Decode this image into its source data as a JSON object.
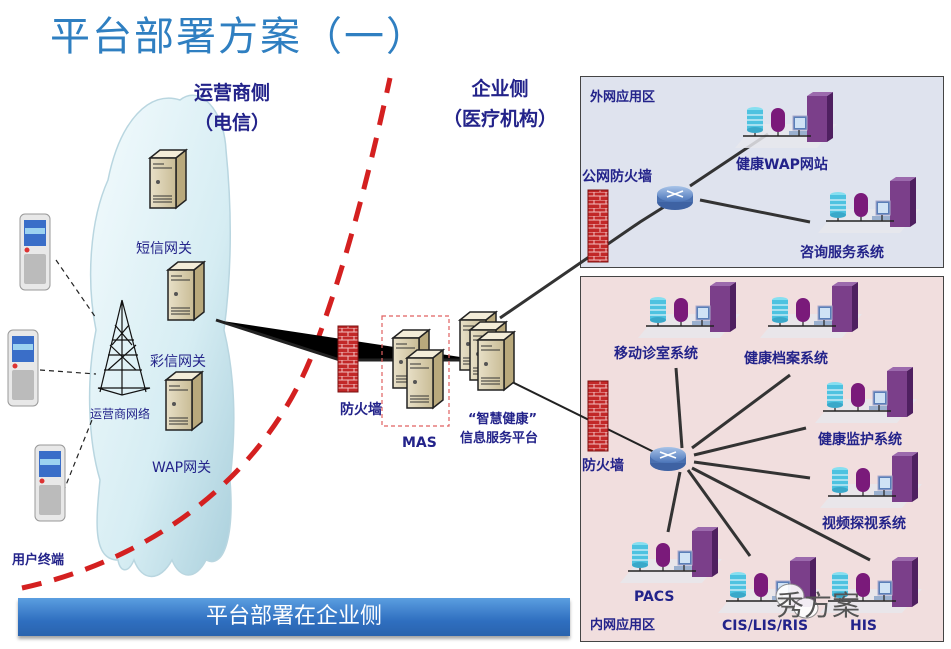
{
  "title": "平台部署方案（一）",
  "sections": {
    "operator_side": {
      "line1": "运营商侧",
      "line2": "（电信）"
    },
    "enterprise_side": {
      "line1": "企业侧",
      "line2": "（医疗机构）"
    }
  },
  "operator": {
    "sms_gateway": "短信网关",
    "mms_gateway": "彩信网关",
    "wap_gateway": "WAP网关",
    "operator_network": "运营商网络",
    "user_terminal": "用户终端"
  },
  "enterprise": {
    "firewall": "防火墙",
    "mas": "MAS",
    "platform_line1": "“智慧健康”",
    "platform_line2": "信息服务平台"
  },
  "external_zone": {
    "label": "外网应用区",
    "public_firewall": "公网防火墙",
    "systems": [
      "健康WAP网站",
      "咨询服务系统"
    ]
  },
  "internal_zone": {
    "label": "内网应用区",
    "firewall": "防火墙",
    "systems": [
      "移动诊室系统",
      "健康档案系统",
      "健康监护系统",
      "视频探视系统",
      "PACS",
      "CIS/LIS/RIS",
      "HIS"
    ]
  },
  "banner": "平台部署在企业侧",
  "watermark": "秀方案",
  "colors": {
    "title": "#2f7fc1",
    "label": "#23238a",
    "boundary": "#d42020",
    "external_zone_bg": "#dfe3ee",
    "internal_zone_bg": "#f1dede",
    "banner": "#2f6fc0"
  }
}
